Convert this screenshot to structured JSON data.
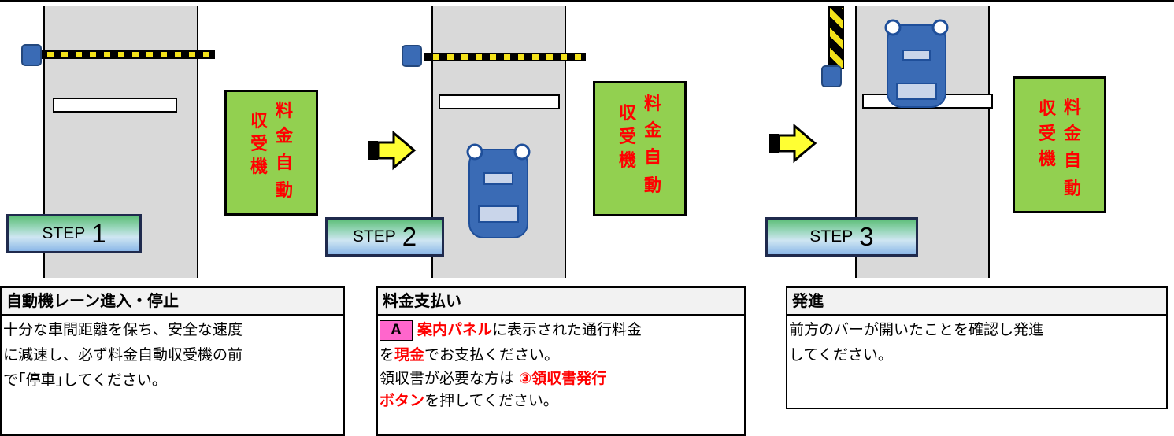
{
  "booth": {
    "col1": [
      "収",
      "受",
      "機"
    ],
    "col2": [
      "料",
      "金",
      "自",
      "動"
    ]
  },
  "steps": [
    {
      "word": "STEP",
      "num": "1"
    },
    {
      "word": "STEP",
      "num": "2"
    },
    {
      "word": "STEP",
      "num": "3"
    }
  ],
  "panels": [
    {
      "title": "自動機レーン進入・停止",
      "lines": [
        "十分な車間距離を保ち、安全な速度",
        "に減速し、必ず料金自動収受機の前",
        "で｢停車｣してください。"
      ]
    },
    {
      "title": "料金支払い",
      "badge": "A",
      "line1_red": "案内パネル",
      "line1_rest": "に表示された通行料金",
      "line2_pre": "を",
      "line2_red": "現金",
      "line2_rest": "でお支払ください。",
      "line3_pre": "領収書が必要な方は ",
      "line3_red": "③領収書発行",
      "line4_red": "ボタン",
      "line4_rest": "を押してください。"
    },
    {
      "title": "発進",
      "lines": [
        "前方のバーが開いたことを確認し発進",
        "してください。"
      ]
    }
  ],
  "colors": {
    "booth_fill": "#92d050",
    "booth_text": "#ff0000",
    "car": "#3a6bb5",
    "arrow": "#ffff33",
    "badge": "#ff66cc"
  }
}
